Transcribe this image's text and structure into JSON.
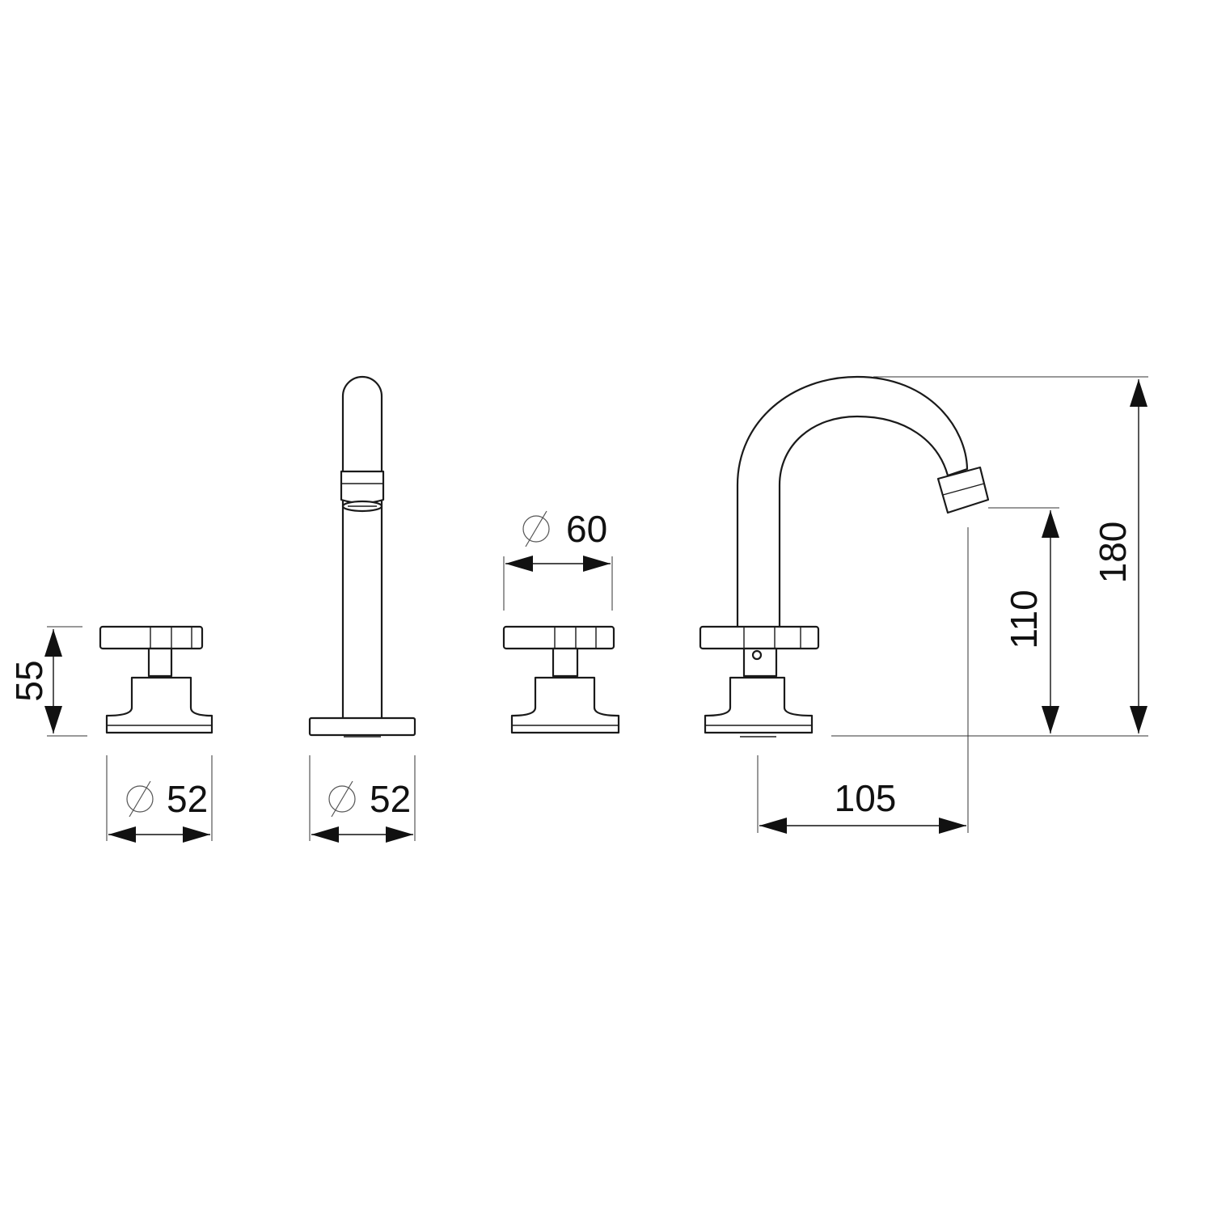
{
  "colors": {
    "line": "#1a1a1a",
    "background": "#ffffff"
  },
  "icons": {
    "diameter": "diameter-symbol-icon"
  },
  "dimensions": {
    "handle_height": "55",
    "handle_base_diameter": "52",
    "spout_base_diameter": "52",
    "handle_diameter": "60",
    "spout_outlet_height": "110",
    "spout_total_height": "180",
    "spout_reach": "105"
  }
}
